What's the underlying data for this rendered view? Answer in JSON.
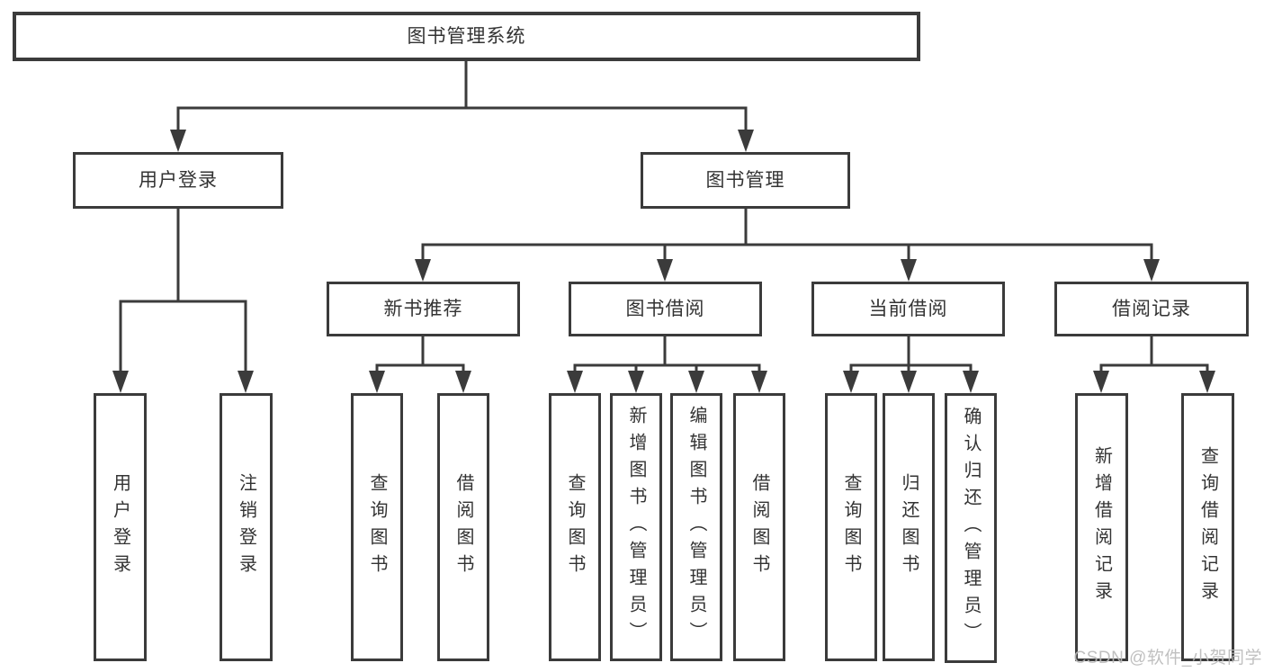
{
  "diagram": {
    "root": "图书管理系统",
    "l2": [
      {
        "label": "用户登录",
        "children": [
          {
            "label": "用户登录"
          },
          {
            "label": "注销登录"
          }
        ]
      },
      {
        "label": "图书管理"
      }
    ],
    "l3": [
      {
        "label": "新书推荐",
        "children": [
          {
            "label": "查询图书"
          },
          {
            "label": "借阅图书"
          }
        ]
      },
      {
        "label": "图书借阅",
        "children": [
          {
            "label": "查询图书"
          },
          {
            "label": "新增图书（管理员）"
          },
          {
            "label": "编辑图书（管理员）"
          },
          {
            "label": "借阅图书"
          }
        ]
      },
      {
        "label": "当前借阅",
        "children": [
          {
            "label": "查询图书"
          },
          {
            "label": "归还图书"
          },
          {
            "label": "确认归还（管理员）"
          }
        ]
      },
      {
        "label": "借阅记录",
        "children": [
          {
            "label": "新增借阅记录"
          },
          {
            "label": "查询借阅记录"
          }
        ]
      }
    ]
  },
  "watermark": "CSDN @软件_小贺同学",
  "colors": {
    "line": "#3b3b3b",
    "text": "#333333",
    "watermark": "#bababa",
    "background": "#ffffff"
  }
}
